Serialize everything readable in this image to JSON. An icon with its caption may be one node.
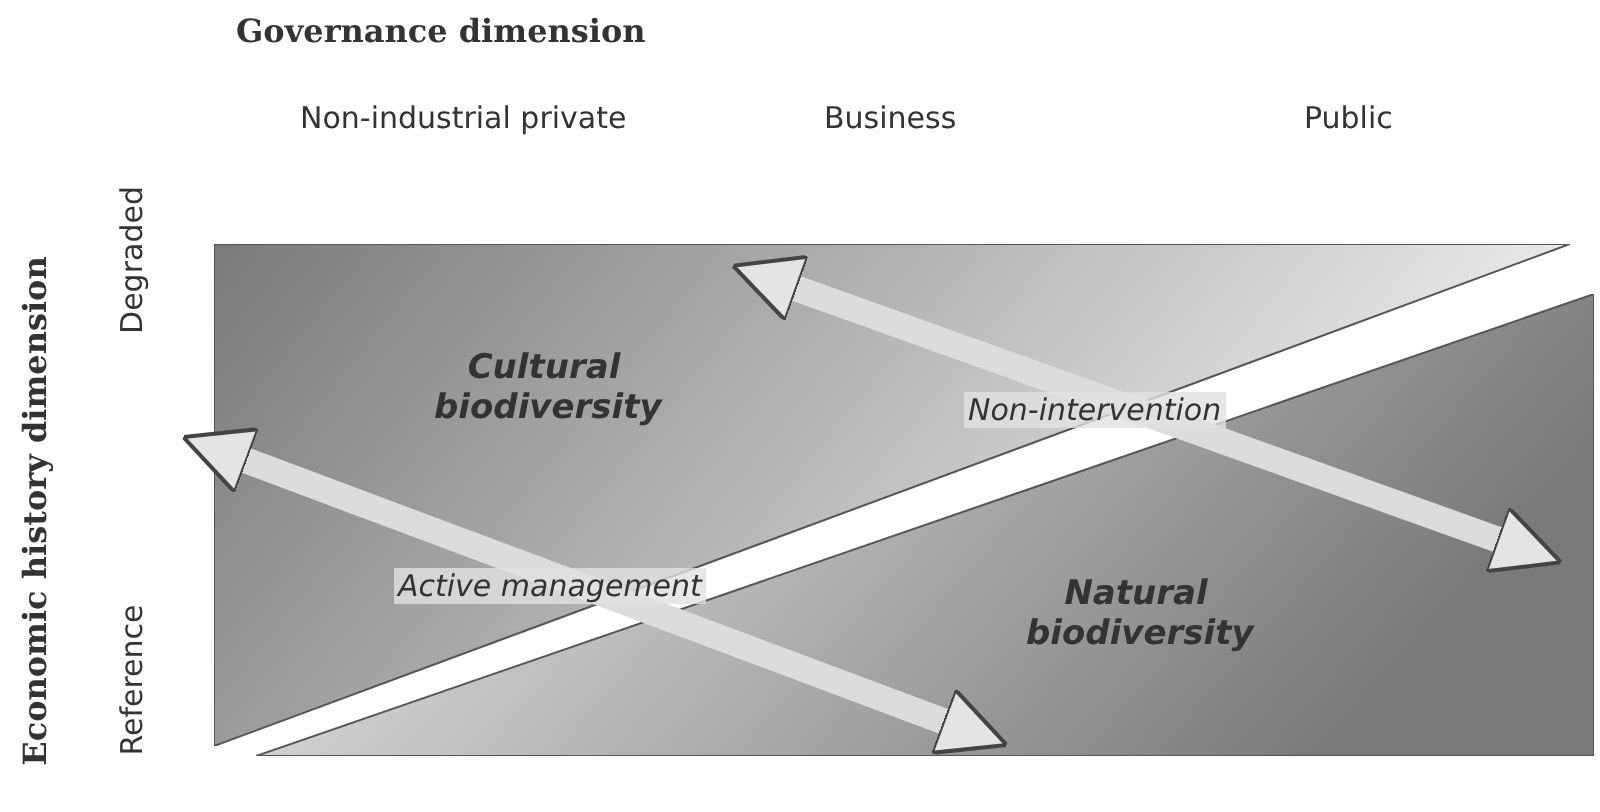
{
  "diagram": {
    "title": "Governance dimension",
    "nodes": [
      {
        "text": [
          "Cultural biodiversity"
        ]
      },
      {
        "text": [
          "Natural biodiversity"
        ]
      }
    ],
    "edges": [
      {
        "from": 0,
        "to": 1,
        "arrow": "both",
        "label": "Active management"
      },
      {
        "from": 0,
        "to": 1,
        "arrow": "both",
        "label": "Non-intervention"
      }
    ],
    "labels": [
      "Non-industrial private",
      "Business",
      "Public",
      "Economic history dimension",
      "Degraded",
      "Reference"
    ]
  }
}
